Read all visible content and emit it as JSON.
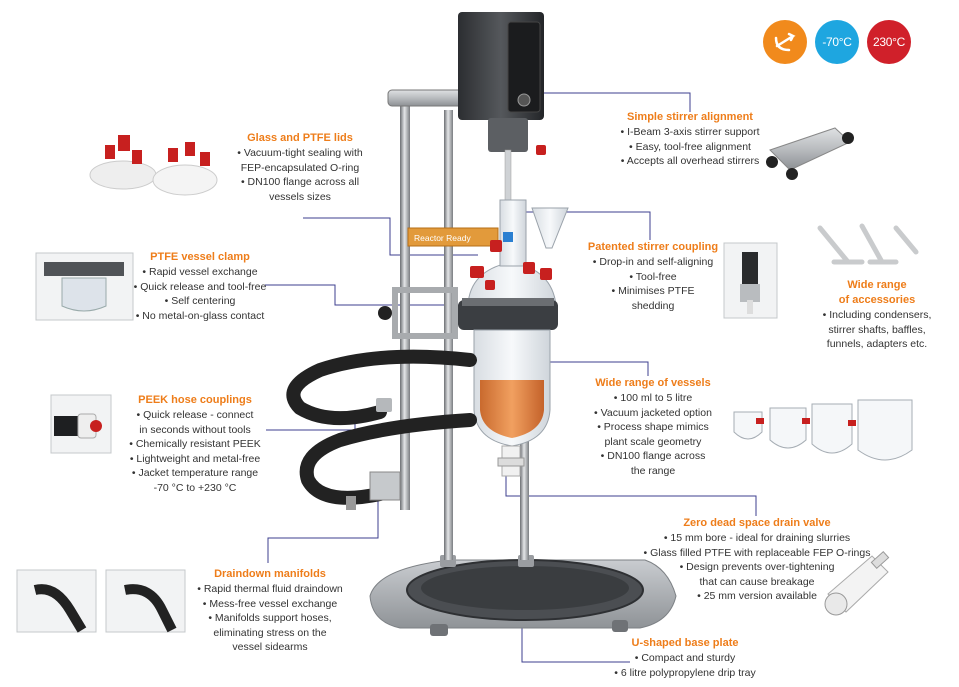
{
  "badges": {
    "low_temp": "-70°C",
    "high_temp": "230°C",
    "colors": {
      "orange": "#f18a1c",
      "blue": "#1ea6e0",
      "red": "#d0202a"
    }
  },
  "reactor": {
    "panel_text": "Reactor Ready"
  },
  "callouts": {
    "glass_lids": {
      "title": "Glass and PTFE lids",
      "b1": "Vacuum-tight sealing with",
      "b1c": "FEP-encapsulated O-ring",
      "b2": "DN100 flange across all",
      "b2c": "vessels sizes"
    },
    "stirrer_alignment": {
      "title": "Simple stirrer alignment",
      "b1": "I-Beam 3-axis stirrer support",
      "b2": "Easy, tool-free alignment",
      "b3": "Accepts all overhead stirrers"
    },
    "clamp": {
      "title": "PTFE vessel clamp",
      "b1": "Rapid vessel exchange",
      "b2": "Quick release and tool-free",
      "b3": "Self centering",
      "b4": "No metal-on-glass contact"
    },
    "coupling": {
      "title": "Patented stirrer coupling",
      "b1": "Drop-in and self-aligning",
      "b2": "Tool-free",
      "b3": "Minimises PTFE",
      "b3c": "shedding"
    },
    "accessories": {
      "title1": "Wide range",
      "title2": "of accessories",
      "b1": "Including condensers,",
      "b1c1": "stirrer shafts, baffles,",
      "b1c2": "funnels, adapters etc."
    },
    "peek": {
      "title": "PEEK hose couplings",
      "b1": "Quick release - connect",
      "b1c": "in seconds without tools",
      "b2": "Chemically resistant PEEK",
      "b3": "Lightweight and metal-free",
      "b4": "Jacket temperature range",
      "b4c": "-70 °C to +230 °C"
    },
    "vessels": {
      "title": "Wide range of vessels",
      "b1": "100 ml to 5 litre",
      "b2": "Vacuum jacketed option",
      "b3": "Process shape mimics",
      "b3c": "plant scale geometry",
      "b4": "DN100 flange across",
      "b4c": "the range"
    },
    "drain_valve": {
      "title": "Zero dead space drain valve",
      "b1": "15 mm bore - ideal for draining slurries",
      "b2": "Glass filled PTFE with replaceable FEP O-rings",
      "b3": "Design prevents over-tightening",
      "b3c": "that can cause breakage",
      "b4": "25 mm version available"
    },
    "manifolds": {
      "title": "Draindown manifolds",
      "b1": "Rapid thermal fluid draindown",
      "b2": "Mess-free vessel exchange",
      "b3": "Manifolds support hoses,",
      "b3c1": "eliminating stress on the",
      "b3c2": "vessel sidearms"
    },
    "base_plate": {
      "title": "U-shaped base plate",
      "b1": "Compact and sturdy",
      "b2": "6 litre polypropylene drip tray"
    }
  }
}
